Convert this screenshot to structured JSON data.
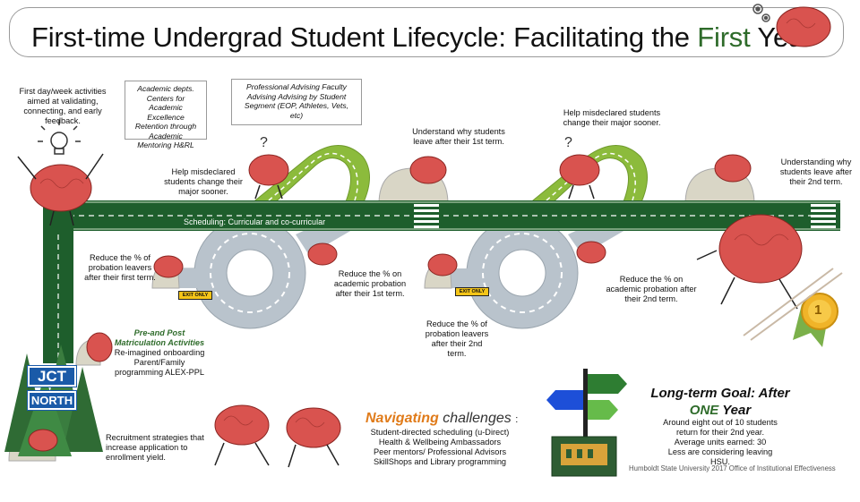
{
  "title": {
    "before": "First-time Undergrad Student Lifecycle: Facilitating the ",
    "highlight": "First",
    "after": " Year"
  },
  "labels": {
    "first_day": "First day/week activities aimed at validating, connecting, and early feedback.",
    "academic_box": "Academic depts. Centers for Academic Excellence Retention through Academic Mentoring H&RL",
    "advising_box": "Professional Advising Faculty Advising Advising by Student Segment (EOP, Athletes, Vets, etc)",
    "misdeclared_1": "Help misdeclared students change their major sooner.",
    "understand_1": "Understand why students leave after their 1st term.",
    "misdeclared_2": "Help misdeclared students change their major sooner.",
    "understand_2": "Understanding why students leave after their 2nd term.",
    "scheduling": "Scheduling: Curricular and co-curricular",
    "reduce_leavers_1": "Reduce the % of probation leavers after their first term.",
    "reduce_probation_1": "Reduce the % on academic probation after their 1st term.",
    "reduce_leavers_2": "Reduce the % of probation leavers after their 2nd term.",
    "reduce_probation_2": "Reduce the % on academic probation after their 2nd term.",
    "exit_only": "EXIT ONLY",
    "pre_post_title": "Pre-and Post Matriculation Activities",
    "pre_post_body": "Re-imagined onboarding Parent/Family programming ALEX-PPL",
    "jct": "JCT",
    "north": "NORTH",
    "recruitment": "Recruitment strategies that increase application to enrollment yield."
  },
  "navigating": {
    "highlight": "Navigating",
    "rest": " challenges",
    "colon": ":",
    "items": [
      "Student-directed scheduling (u-Direct)",
      "Health & Wellbeing Ambassadors",
      "Peer mentors/ Professional Advisors",
      "SkillShops and Library programming"
    ]
  },
  "goal": {
    "title": "Long-term Goal: After",
    "one": "ONE",
    "year": " Year",
    "lines": [
      "Around eight out of 10 students return for their 2nd year.",
      "Average units earned: 30",
      "Less are considering leaving HSU."
    ],
    "medal": "1"
  },
  "credit": "Humboldt State University 2017 Office of Institutional Effectiveness",
  "colors": {
    "road_green": "#1e5e2c",
    "ramp_green": "#8cbb3c",
    "road_gray": "#b9c3cc",
    "brain": "#d9534f",
    "accent_orange": "#e07b1a",
    "sign_blue": "#1a5aa8"
  }
}
